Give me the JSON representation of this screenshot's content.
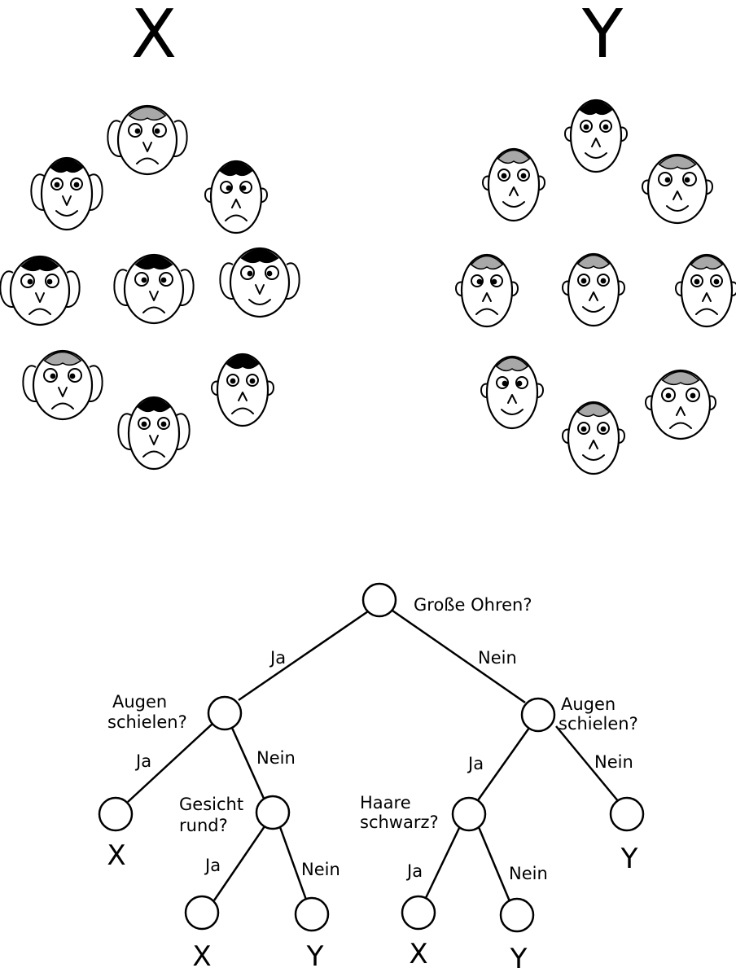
{
  "colors": {
    "hair_black": "#000000",
    "hair_gray": "#a8a8a8"
  },
  "groups": {
    "x": {
      "title": "X",
      "faces": [
        {
          "hair": "gray",
          "big_ears": true,
          "squint": true,
          "round": true,
          "mouth": "frown"
        },
        {
          "hair": "black",
          "big_ears": true,
          "squint": false,
          "round": false,
          "mouth": "smile"
        },
        {
          "hair": "black",
          "big_ears": false,
          "squint": true,
          "round": false,
          "mouth": "frown"
        },
        {
          "hair": "black",
          "big_ears": true,
          "squint": true,
          "round": true,
          "mouth": "frown"
        },
        {
          "hair": "black",
          "big_ears": true,
          "squint": true,
          "round": true,
          "mouth": "frown"
        },
        {
          "hair": "black",
          "big_ears": true,
          "squint": true,
          "round": true,
          "mouth": "smile"
        },
        {
          "hair": "gray",
          "big_ears": true,
          "squint": true,
          "round": true,
          "mouth": "frown"
        },
        {
          "hair": "black",
          "big_ears": true,
          "squint": false,
          "round": false,
          "mouth": "frown"
        },
        {
          "hair": "black",
          "big_ears": false,
          "squint": false,
          "round": false,
          "mouth": "frown"
        }
      ]
    },
    "y": {
      "title": "Y",
      "faces": [
        {
          "hair": "black",
          "big_ears": false,
          "squint": false,
          "round": false,
          "mouth": "smile"
        },
        {
          "hair": "gray",
          "big_ears": false,
          "squint": false,
          "round": false,
          "mouth": "smile"
        },
        {
          "hair": "gray",
          "big_ears": false,
          "squint": true,
          "round": true,
          "mouth": "smile"
        },
        {
          "hair": "gray",
          "big_ears": false,
          "squint": true,
          "round": false,
          "mouth": "frown"
        },
        {
          "hair": "gray",
          "big_ears": false,
          "squint": false,
          "round": false,
          "mouth": "smile"
        },
        {
          "hair": "gray",
          "big_ears": false,
          "squint": false,
          "round": false,
          "mouth": "frown"
        },
        {
          "hair": "gray",
          "big_ears": false,
          "squint": true,
          "round": false,
          "mouth": "smile"
        },
        {
          "hair": "gray",
          "big_ears": false,
          "squint": false,
          "round": false,
          "mouth": "smile"
        },
        {
          "hair": "gray",
          "big_ears": false,
          "squint": false,
          "round": true,
          "mouth": "frown"
        }
      ]
    }
  },
  "tree": {
    "root_question": "Große Ohren?",
    "root_yes": "Ja",
    "root_no": "Nein",
    "left_question_1": "Augen",
    "left_question_2": "schielen?",
    "left_yes": "Ja",
    "left_no": "Nein",
    "left_leaf": "X",
    "face_question_1": "Gesicht",
    "face_question_2": "rund?",
    "face_yes": "Ja",
    "face_no": "Nein",
    "face_leaf_yes": "X",
    "face_leaf_no": "Y",
    "right_question_1": "Augen",
    "right_question_2": "schielen?",
    "right_yes": "Ja",
    "right_no": "Nein",
    "right_leaf": "Y",
    "hair_question_1": "Haare",
    "hair_question_2": "schwarz?",
    "hair_yes": "Ja",
    "hair_no": "Nein",
    "hair_leaf_yes": "X",
    "hair_leaf_no": "Y"
  }
}
